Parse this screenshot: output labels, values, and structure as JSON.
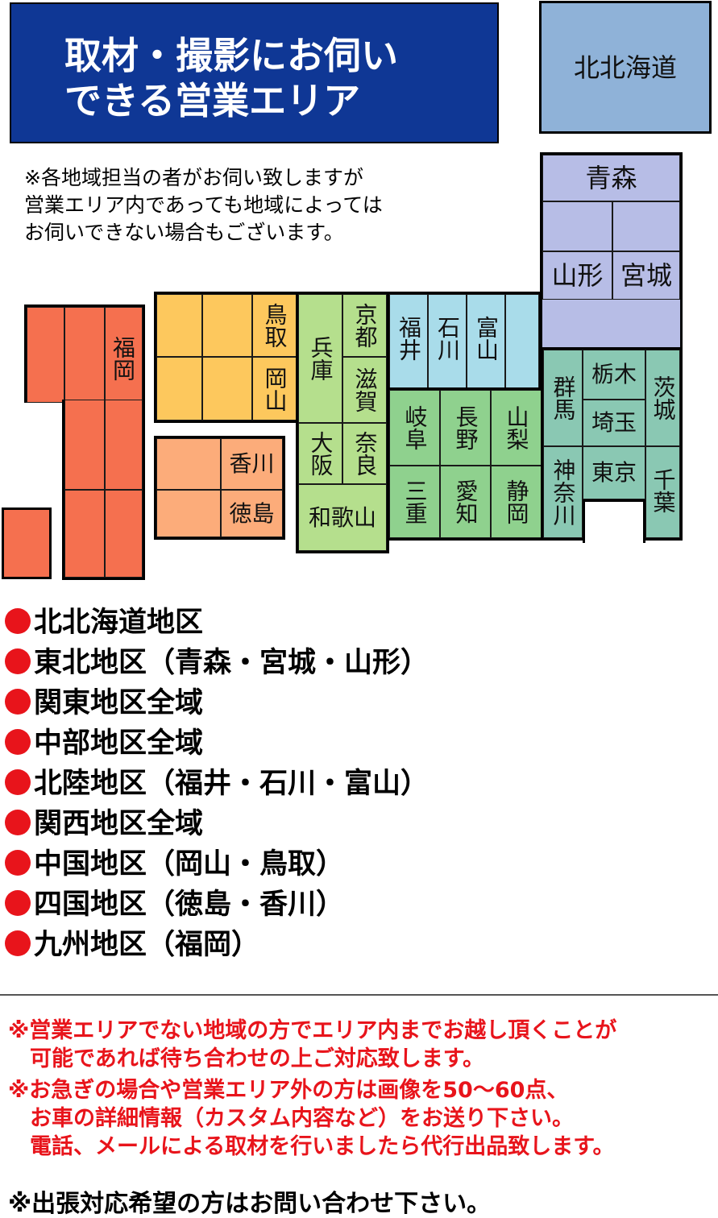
{
  "title": {
    "line1": "取材・撮影にお伺い",
    "line2": "できる営業エリア"
  },
  "note": [
    "※各地域担当の者がお伺い致しますが",
    "営業エリア内であっても地域によっては",
    "お伺いできない場合もございます。"
  ],
  "regions": {
    "hokkaido": "北北海道",
    "aomori": "青森",
    "yamagata": "山形",
    "miyagi": "宮城",
    "fukuoka": "福岡",
    "tottori": "鳥取",
    "okayama": "岡山",
    "hyogo": "兵庫",
    "kyoto": "京都",
    "shiga": "滋賀",
    "osaka": "大阪",
    "nara": "奈良",
    "wakayama": "和歌山",
    "kagawa": "香川",
    "tokushima": "徳島",
    "fukui": "福井",
    "ishikawa": "石川",
    "toyama": "富山",
    "gifu": "岐阜",
    "nagano": "長野",
    "yamanashi": "山梨",
    "mie": "三重",
    "aichi": "愛知",
    "shizuoka": "静岡",
    "gunma": "群馬",
    "tochigi": "栃木",
    "ibaraki": "茨城",
    "saitama": "埼玉",
    "kanagawa": "神奈川",
    "tokyo": "東京",
    "chiba": "千葉"
  },
  "colors": {
    "title_bg": "#0f3795",
    "hokkaido": "#8fb2d8",
    "tohoku": "#b7bde6",
    "kyushu": "#f5704f",
    "chugoku": "#fdc85d",
    "shikoku": "#fcac7a",
    "kansai": "#b5df8d",
    "hokuriku": "#a9dcea",
    "chubu": "#8fd18e",
    "kanto": "#8ac8b3",
    "bullet": "#e8141b"
  },
  "areas": [
    "北北海道地区",
    "東北地区（青森・宮城・山形）",
    "関東地区全域",
    "中部地区全域",
    "北陸地区（福井・石川・富山）",
    "関西地区全域",
    "中国地区（岡山・鳥取）",
    "四国地区（徳島・香川）",
    "九州地区（福岡）"
  ],
  "footnotes": [
    "※営業エリアでない地域の方でエリア内までお越し頂くことが",
    "　可能であれば待ち合わせの上ご対応致します。",
    "※お急ぎの場合や営業エリア外の方は画像を50～60点、",
    "　お車の詳細情報（カスタム内容など）をお送り下さい。",
    "　電話、メールによる取材を行いましたら代行出品致します。"
  ],
  "final_note": "※出張対応希望の方はお問い合わせ下さい。"
}
